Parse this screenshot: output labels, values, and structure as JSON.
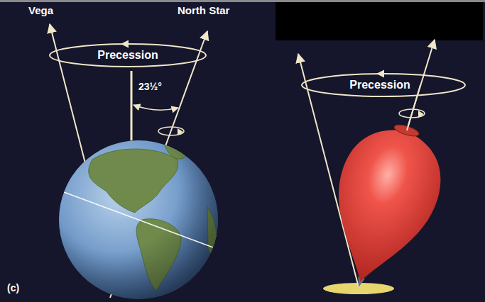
{
  "diagram": {
    "labels": [
      "Vega",
      "North Star",
      "Precession",
      "23½°",
      "Precession",
      "(c)"
    ]
  }
}
